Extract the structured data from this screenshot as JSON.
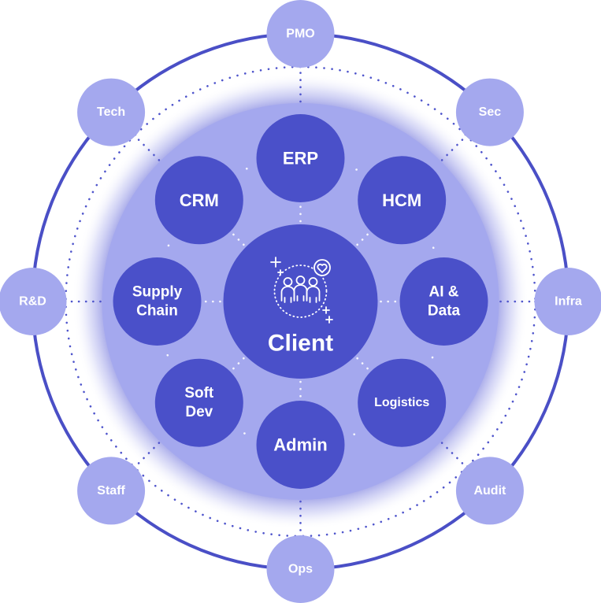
{
  "colors": {
    "ring_stroke": "#4a4fc6",
    "dots": "#4f55cc",
    "disk": "#a4a8ee",
    "disk_glow": "#5c60d6",
    "node_inner": "#4a50c9",
    "node_outer": "#a4a8ee",
    "label": "#ffffff"
  },
  "center": {
    "label": "Client",
    "icon": "team-heart-icon"
  },
  "inner_nodes": [
    {
      "id": "erp",
      "lines": [
        "ERP"
      ]
    },
    {
      "id": "hcm",
      "lines": [
        "HCM"
      ]
    },
    {
      "id": "ai-data",
      "lines": [
        "AI &",
        "Data"
      ]
    },
    {
      "id": "logistics",
      "lines": [
        "Logistics"
      ]
    },
    {
      "id": "admin",
      "lines": [
        "Admin"
      ]
    },
    {
      "id": "soft-dev",
      "lines": [
        "Soft",
        "Dev"
      ]
    },
    {
      "id": "supply-chain",
      "lines": [
        "Supply",
        "Chain"
      ]
    },
    {
      "id": "crm",
      "lines": [
        "CRM"
      ]
    }
  ],
  "outer_nodes": [
    {
      "id": "pmo",
      "label": "PMO"
    },
    {
      "id": "sec",
      "label": "Sec"
    },
    {
      "id": "infra",
      "label": "Infra"
    },
    {
      "id": "audit",
      "label": "Audit"
    },
    {
      "id": "ops",
      "label": "Ops"
    },
    {
      "id": "staff",
      "label": "Staff"
    },
    {
      "id": "rd",
      "label": "R&D"
    },
    {
      "id": "tech",
      "label": "Tech"
    }
  ]
}
